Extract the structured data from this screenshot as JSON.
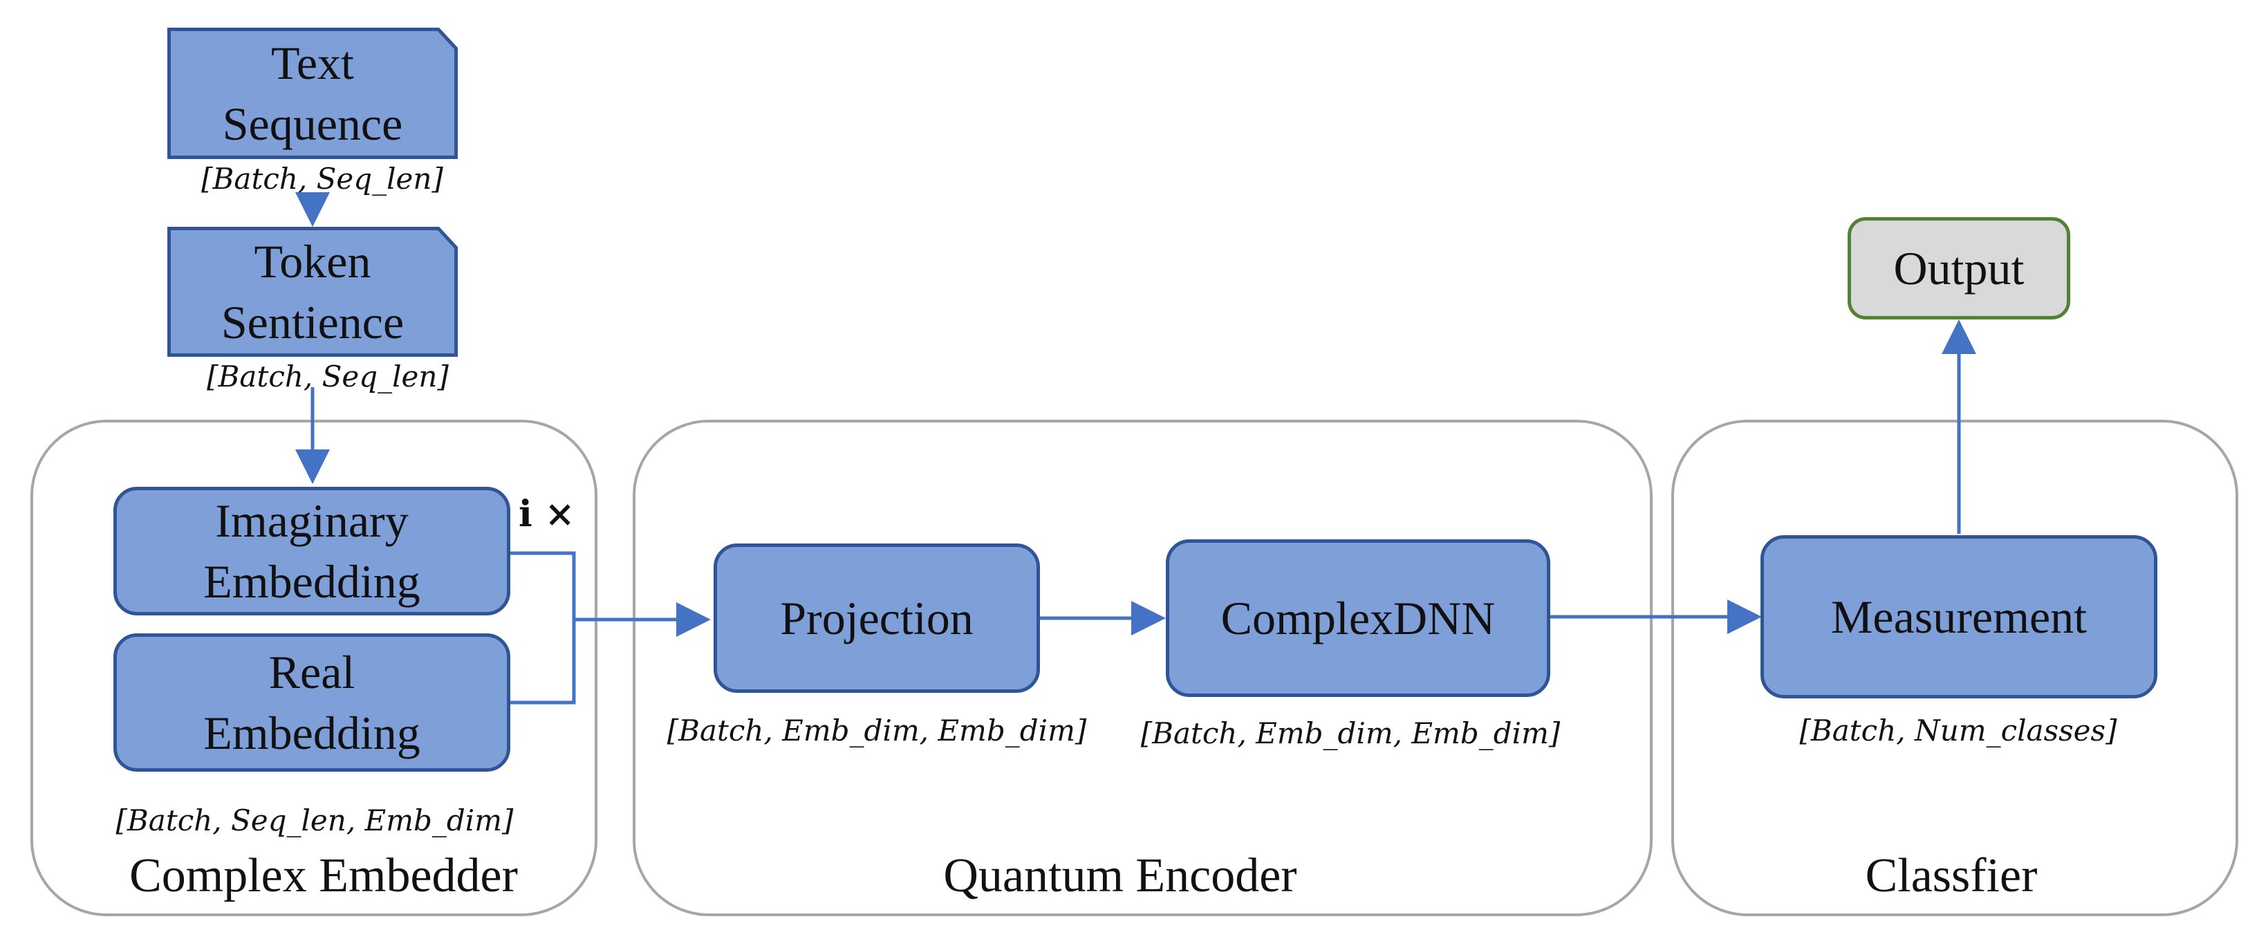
{
  "groups": {
    "complex_embedder": "Complex Embedder",
    "quantum_encoder": "Quantum Encoder",
    "classifier": "Classfier"
  },
  "nodes": {
    "text_sequence": {
      "line1": "Text",
      "line2": "Sequence"
    },
    "token_sentience": {
      "line1": "Token",
      "line2": "Sentience"
    },
    "imaginary_embedding": {
      "line1": "Imaginary",
      "line2": "Embedding"
    },
    "real_embedding": {
      "line1": "Real",
      "line2": "Embedding"
    },
    "projection": "Projection",
    "complex_dnn": "ComplexDNN",
    "measurement": "Measurement",
    "output": "Output"
  },
  "annotations": {
    "imaginary_multiplier": "i ×",
    "dim_text_sequence": "[Batch, Seq_len]",
    "dim_token_sentience": "[Batch, Seq_len]",
    "dim_embedder": "[Batch, Seq_len, Emb_dim]",
    "dim_projection": "[Batch, Emb_dim, Emb_dim]",
    "dim_complex_dnn": "[Batch, Emb_dim, Emb_dim]",
    "dim_measurement": "[Batch, Num_classes]"
  },
  "colors": {
    "node_fill": "#7f9fd8",
    "node_border": "#2f5597",
    "arrow": "#4472c4",
    "group_border": "#a6a6a6",
    "output_fill": "#d9d9d9",
    "output_border": "#548235"
  }
}
